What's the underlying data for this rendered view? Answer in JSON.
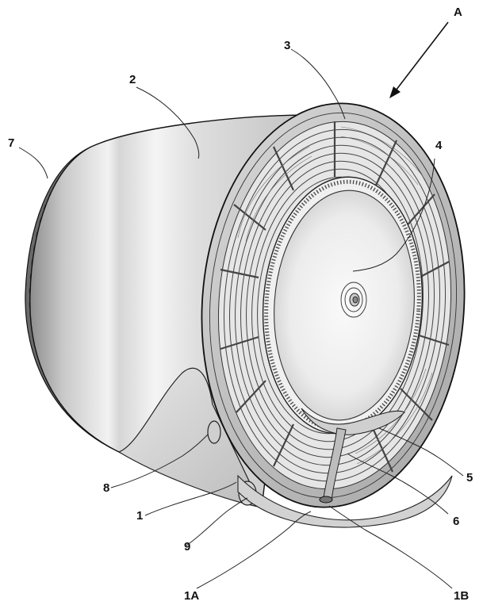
{
  "labels": {
    "A": "A",
    "n1": "1",
    "n1A": "1A",
    "n1B": "1B",
    "n2": "2",
    "n3": "3",
    "n4": "4",
    "n5": "5",
    "n6": "6",
    "n7": "7",
    "n8": "8",
    "n9": "9"
  }
}
